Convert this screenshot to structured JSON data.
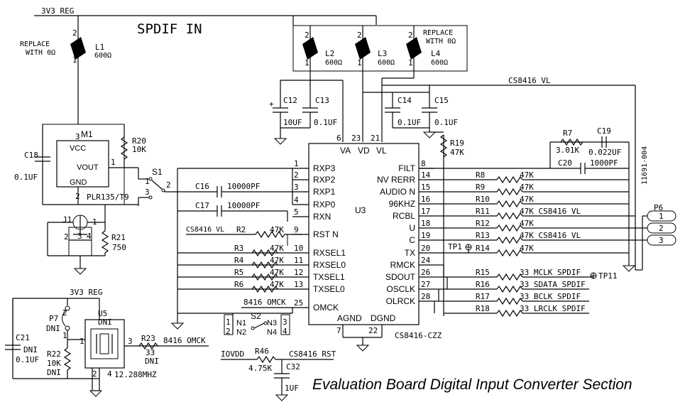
{
  "title": "SPDIF IN",
  "caption": "Evaluation Board Digital Input Converter Section",
  "rails": {
    "v3v3": "3V3 REG",
    "vl": "CS8416 VL",
    "iovdd": "IOVDD",
    "rst": "CS8416 RST",
    "omck": "8416 OMCK",
    "omck_sw": "8416 OMCK"
  },
  "notes": {
    "replace_a": "REPLACE",
    "replace_b": "WITH 0Ω"
  },
  "ferrites": [
    {
      "ref": "L1",
      "value": "600Ω",
      "pin_a": "2",
      "pin_b": "1"
    },
    {
      "ref": "L2",
      "value": "600Ω",
      "pin_a": "2",
      "pin_b": "1"
    },
    {
      "ref": "L3",
      "value": "600Ω",
      "pin_a": "2",
      "pin_b": "1"
    },
    {
      "ref": "L4",
      "value": "600Ω",
      "pin_a": "2",
      "pin_b": "1"
    }
  ],
  "capacitors": [
    {
      "ref": "C12",
      "value": "10UF",
      "polarity": "+"
    },
    {
      "ref": "C13",
      "value": "0.1UF"
    },
    {
      "ref": "C14",
      "value": "0.1UF"
    },
    {
      "ref": "C15",
      "value": "0.1UF"
    },
    {
      "ref": "C16",
      "value": "10000PF"
    },
    {
      "ref": "C17",
      "value": "10000PF"
    },
    {
      "ref": "C18",
      "value": "0.1UF"
    },
    {
      "ref": "C19",
      "value": "0.022UF"
    },
    {
      "ref": "C20",
      "value": "1000PF"
    },
    {
      "ref": "C21",
      "value_a": "DNI",
      "value_b": "0.1UF"
    },
    {
      "ref": "C32",
      "value": "1UF"
    }
  ],
  "m1": {
    "ref": "M1",
    "part": "PLR135/T9",
    "vcc": "VCC",
    "vout": "VOUT",
    "gnd": "GND",
    "p3": "3",
    "p1": "1",
    "p2": "2"
  },
  "r20": {
    "ref": "R20",
    "value": "10K"
  },
  "r21": {
    "ref": "R21",
    "value": "750"
  },
  "j1": {
    "ref": "J1",
    "p2": "2",
    "p3": "3",
    "p4": "4",
    "p1": "1"
  },
  "s1": {
    "ref": "S1",
    "p1": "1",
    "p2": "2",
    "p3": "3"
  },
  "u3": {
    "ref": "U3",
    "part": "CS8416-CZZ",
    "top_pins": {
      "va": "VA",
      "vd": "VD",
      "vl": "VL",
      "n_va": "6",
      "n_vd": "23",
      "n_vl": "21"
    },
    "bottom_pins": {
      "agnd": "AGND",
      "dgnd": "DGND",
      "n_agnd": "7",
      "n_dgnd": "22"
    },
    "left_pins": [
      {
        "name": "RXP3",
        "num": "1"
      },
      {
        "name": "RXP2",
        "num": "2"
      },
      {
        "name": "RXP1",
        "num": "3"
      },
      {
        "name": "RXP0",
        "num": "4"
      },
      {
        "name": "RXN",
        "num": "5"
      },
      {
        "name": "RST N",
        "num": "9"
      },
      {
        "name": "RXSEL1",
        "num": "10"
      },
      {
        "name": "RXSEL0",
        "num": "11"
      },
      {
        "name": "TXSEL1",
        "num": "12"
      },
      {
        "name": "TXSEL0",
        "num": "13"
      },
      {
        "name": "OMCK",
        "num": "25"
      }
    ],
    "right_pins": [
      {
        "name": "FILT",
        "num": "8"
      },
      {
        "name": "NV RERR",
        "num": "14"
      },
      {
        "name": "AUDIO N",
        "num": "15"
      },
      {
        "name": "96KHZ",
        "num": "16"
      },
      {
        "name": "RCBL",
        "num": "17"
      },
      {
        "name": "U",
        "num": "18"
      },
      {
        "name": "C",
        "num": "19"
      },
      {
        "name": "TX",
        "num": "20"
      },
      {
        "name": "RMCK",
        "num": "24"
      },
      {
        "name": "SDOUT",
        "num": "26"
      },
      {
        "name": "OSCLK",
        "num": "27"
      },
      {
        "name": "OLRCK",
        "num": "28"
      }
    ]
  },
  "left_resistors": [
    {
      "ref": "R2",
      "value": "47K",
      "net": "CS8416 VL"
    },
    {
      "ref": "R3",
      "value": "47K"
    },
    {
      "ref": "R4",
      "value": "47K"
    },
    {
      "ref": "R5",
      "value": "47K"
    },
    {
      "ref": "R6",
      "value": "47K"
    }
  ],
  "right_resistors": [
    {
      "ref": "R8",
      "value": "47K"
    },
    {
      "ref": "R9",
      "value": "47K"
    },
    {
      "ref": "R10",
      "value": "47K"
    },
    {
      "ref": "R11",
      "value": "47K CS8416 VL"
    },
    {
      "ref": "R12",
      "value": "47K"
    },
    {
      "ref": "R13",
      "value": "47K CS8416 VL"
    },
    {
      "ref": "R14",
      "value": "47K"
    },
    {
      "ref": "R15",
      "value": "33 MCLK SPDIF"
    },
    {
      "ref": "R16",
      "value": "33 SDATA SPDIF"
    },
    {
      "ref": "R17",
      "value": "33 BCLK SPDIF"
    },
    {
      "ref": "R18",
      "value": "33 LRCLK SPDIF"
    }
  ],
  "r7": {
    "ref": "R7",
    "value": "3.01K"
  },
  "r19": {
    "ref": "R19",
    "value": "47K"
  },
  "r22": {
    "ref": "R22",
    "value_a": "10K",
    "value_b": "DNI"
  },
  "r23": {
    "ref": "R23",
    "value_a": "33",
    "value_b": "DNI"
  },
  "r46": {
    "ref": "R46",
    "value": "4.75K"
  },
  "tp1": {
    "ref": "TP1"
  },
  "tp11": {
    "ref": "TP11"
  },
  "p6": {
    "ref": "P6",
    "pins": [
      "1",
      "2",
      "3"
    ],
    "part_no": "11691-004"
  },
  "p7": {
    "ref": "P7",
    "value": "DNI",
    "p1": "1",
    "p2": "2"
  },
  "u5": {
    "ref": "U5",
    "value": "DNI",
    "freq": "12.288MHZ",
    "p1": "1",
    "p2": "2",
    "p3": "3",
    "p4": "4"
  },
  "s2": {
    "ref": "S2",
    "n1": "N1",
    "n2": "N2",
    "n3": "N3",
    "n4": "N4",
    "p1": "1",
    "p2": "2",
    "p3": "3",
    "p4": "4"
  }
}
